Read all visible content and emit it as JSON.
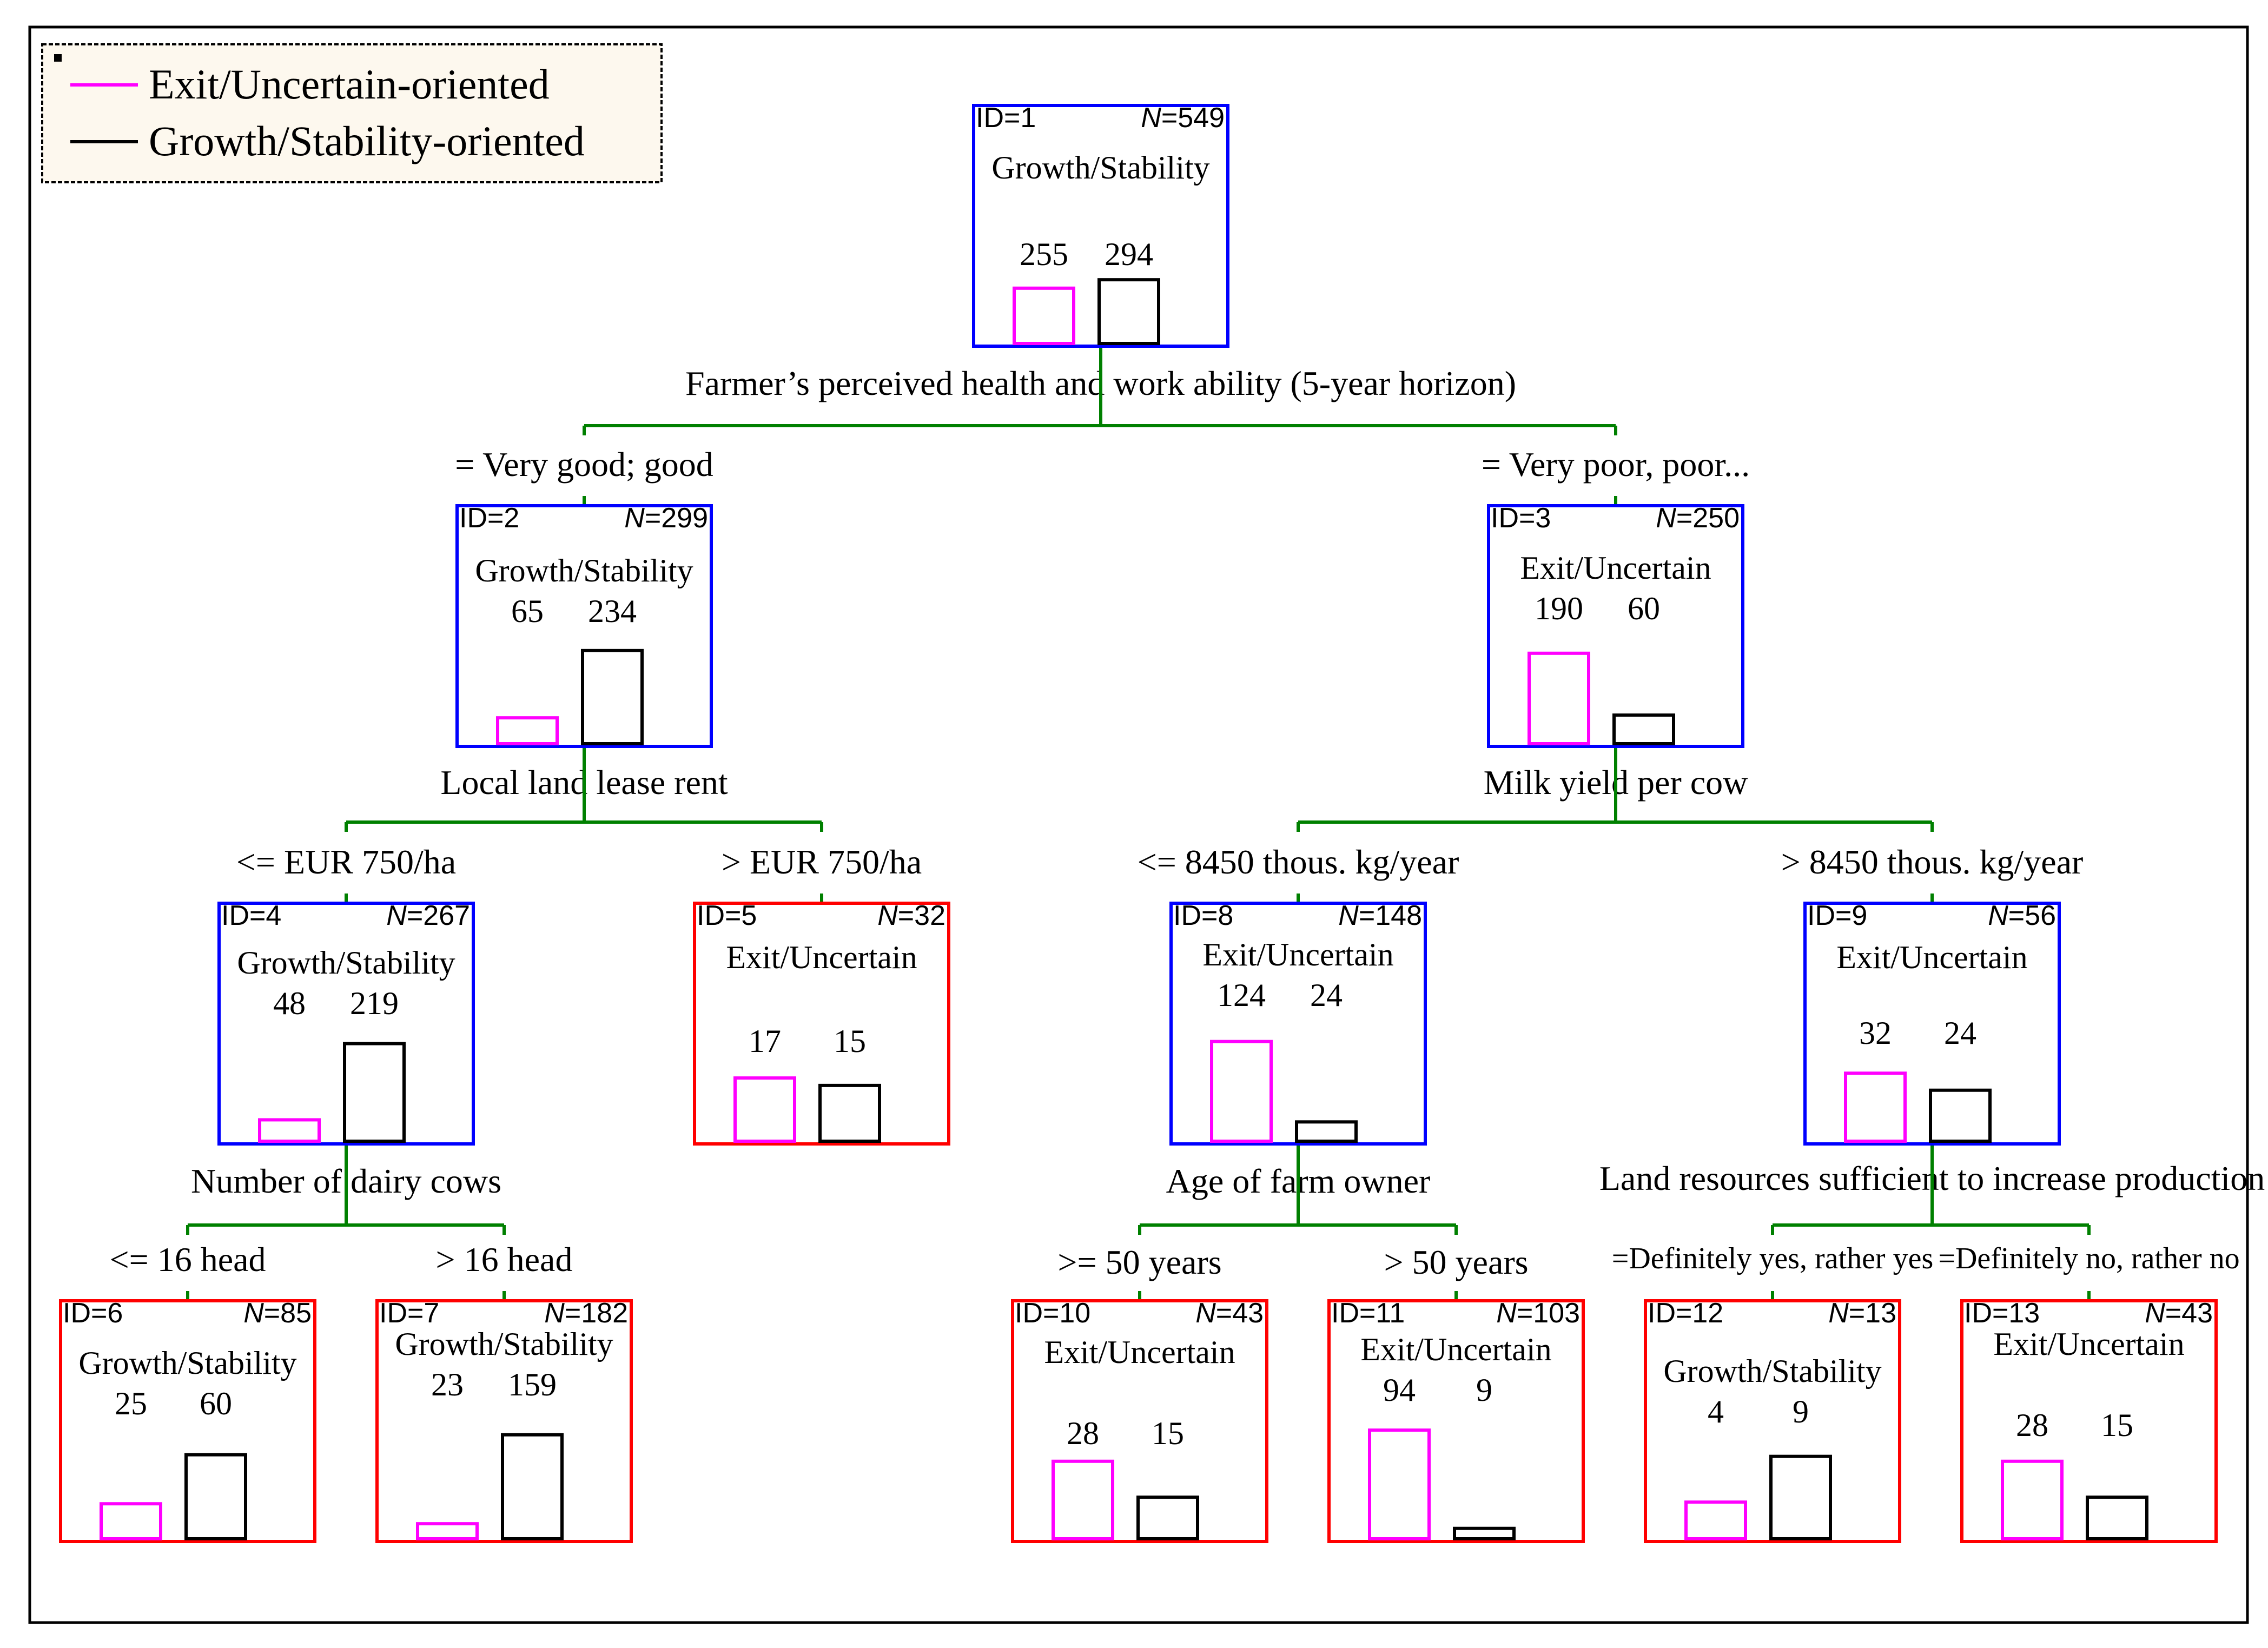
{
  "legend": {
    "items": [
      {
        "label": "Exit/Uncertain-oriented",
        "color": "#ff00ff"
      },
      {
        "label": "Growth/Stability-oriented",
        "color": "#000000"
      }
    ]
  },
  "colors": {
    "split_line": "#008000",
    "node_border_internal": "#0000ff",
    "node_border_terminal": "#ff0000",
    "bar_exit": "#ff00ff",
    "bar_growth": "#000000"
  },
  "nodes": [
    {
      "key": "n1",
      "id_label": "ID=1",
      "n_label": "549",
      "class_label": "Growth/Stability",
      "exit": 255,
      "growth": 294,
      "terminal": false
    },
    {
      "key": "n2",
      "id_label": "ID=2",
      "n_label": "299",
      "class_label": "Growth/Stability",
      "exit": 65,
      "growth": 234,
      "terminal": false
    },
    {
      "key": "n3",
      "id_label": "ID=3",
      "n_label": "250",
      "class_label": "Exit/Uncertain",
      "exit": 190,
      "growth": 60,
      "terminal": false
    },
    {
      "key": "n4",
      "id_label": "ID=4",
      "n_label": "267",
      "class_label": "Growth/Stability",
      "exit": 48,
      "growth": 219,
      "terminal": false
    },
    {
      "key": "n5",
      "id_label": "ID=5",
      "n_label": "32",
      "class_label": "Exit/Uncertain",
      "exit": 17,
      "growth": 15,
      "terminal": true
    },
    {
      "key": "n8",
      "id_label": "ID=8",
      "n_label": "148",
      "class_label": "Exit/Uncertain",
      "exit": 124,
      "growth": 24,
      "terminal": false
    },
    {
      "key": "n9",
      "id_label": "ID=9",
      "n_label": "56",
      "class_label": "Exit/Uncertain",
      "exit": 32,
      "growth": 24,
      "terminal": false
    },
    {
      "key": "n6",
      "id_label": "ID=6",
      "n_label": "85",
      "class_label": "Growth/Stability",
      "exit": 25,
      "growth": 60,
      "terminal": true
    },
    {
      "key": "n7",
      "id_label": "ID=7",
      "n_label": "182",
      "class_label": "Growth/Stability",
      "exit": 23,
      "growth": 159,
      "terminal": true
    },
    {
      "key": "n10",
      "id_label": "ID=10",
      "n_label": "43",
      "class_label": "Exit/Uncertain",
      "exit": 28,
      "growth": 15,
      "terminal": true
    },
    {
      "key": "n11",
      "id_label": "ID=11",
      "n_label": "103",
      "class_label": "Exit/Uncertain",
      "exit": 94,
      "growth": 9,
      "terminal": true
    },
    {
      "key": "n12",
      "id_label": "ID=12",
      "n_label": "13",
      "class_label": "Growth/Stability",
      "exit": 4,
      "growth": 9,
      "terminal": true
    },
    {
      "key": "n13",
      "id_label": "ID=13",
      "n_label": "43",
      "class_label": "Exit/Uncertain",
      "exit": 28,
      "growth": 15,
      "terminal": true
    }
  ],
  "splits": [
    {
      "key": "s1",
      "parent": "n1",
      "variable": "Farmer’s perceived health and work ability (5-year horizon)",
      "branches": [
        {
          "child": "n2",
          "label": "= Very good; good"
        },
        {
          "child": "n3",
          "label": "= Very poor, poor..."
        }
      ]
    },
    {
      "key": "s2",
      "parent": "n2",
      "variable": "Local land lease rent",
      "branches": [
        {
          "child": "n4",
          "label": "<= EUR 750/ha"
        },
        {
          "child": "n5",
          "label": "> EUR 750/ha"
        }
      ]
    },
    {
      "key": "s3",
      "parent": "n3",
      "variable": "Milk yield per cow",
      "branches": [
        {
          "child": "n8",
          "label": "<= 8450 thous. kg/year"
        },
        {
          "child": "n9",
          "label": "> 8450 thous. kg/year"
        }
      ]
    },
    {
      "key": "s4",
      "parent": "n4",
      "variable": "Number of dairy cows",
      "branches": [
        {
          "child": "n6",
          "label": "<= 16 head"
        },
        {
          "child": "n7",
          "label": "> 16 head"
        }
      ]
    },
    {
      "key": "s5",
      "parent": "n8",
      "variable": "Age of farm owner",
      "branches": [
        {
          "child": "n10",
          "label": ">= 50 years"
        },
        {
          "child": "n11",
          "label": "> 50 years"
        }
      ]
    },
    {
      "key": "s6",
      "parent": "n9",
      "variable": "Land resources sufficient to increase production",
      "branches": [
        {
          "child": "n12",
          "label": "=Definitely yes, rather yes"
        },
        {
          "child": "n13",
          "label": "=Definitely no, rather no"
        }
      ]
    }
  ]
}
